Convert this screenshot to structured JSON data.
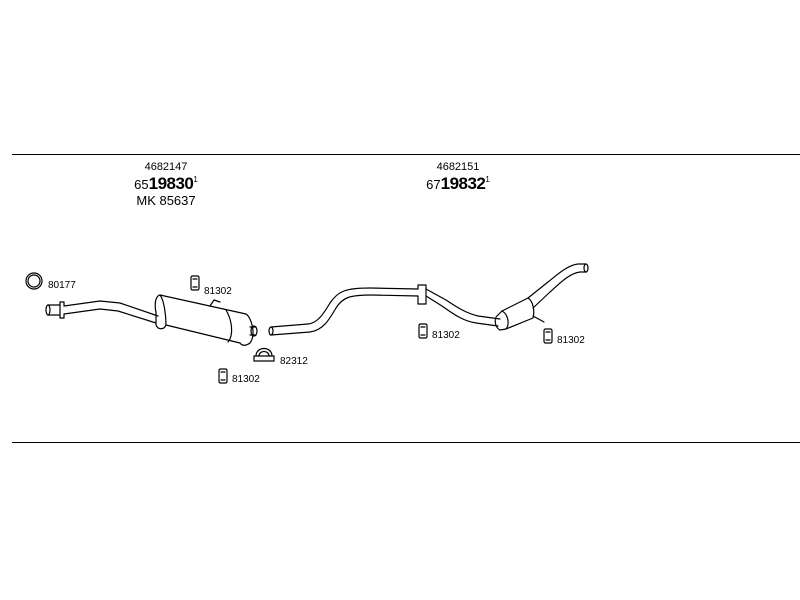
{
  "left_group": {
    "line1": "4682147",
    "line2_prefix": "65",
    "line2_bold": "19830",
    "line2_sup": "1",
    "line3": "MK  85637"
  },
  "right_group": {
    "line1": "4682151",
    "line2_prefix": "67",
    "line2_bold": "19832",
    "line2_sup": "1"
  },
  "parts": {
    "ring": "80177",
    "clamp": "82312",
    "hanger_top": "81302",
    "hanger_bottom": "81302",
    "hanger_mid": "81302",
    "hanger_right": "81302"
  }
}
